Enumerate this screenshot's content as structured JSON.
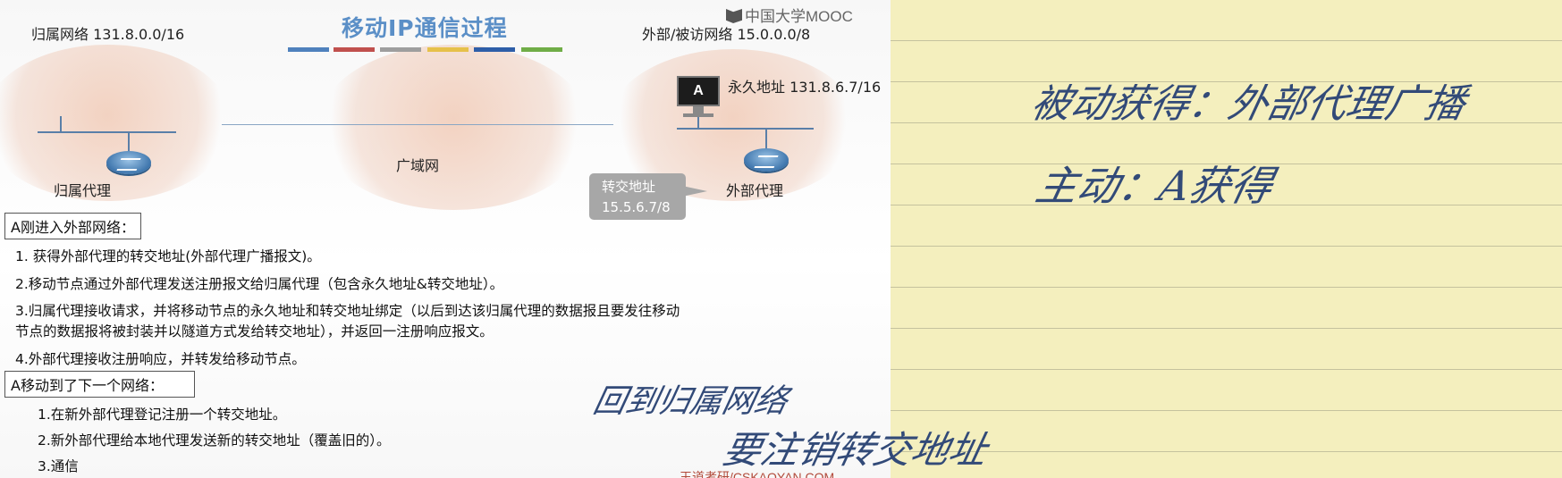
{
  "slide": {
    "title": "移动IP通信过程",
    "watermark": "中国大学MOOC",
    "home_network": "归属网络 131.8.0.0/16",
    "foreign_network": "外部/被访网络 15.0.0.0/8",
    "pc_label": "A",
    "permanent_address": "永久地址 131.8.6.7/16",
    "wan_label": "广域网",
    "home_agent": "归属代理",
    "foreign_agent": "外部代理",
    "callout_line1": "转交地址",
    "callout_line2": "15.5.6.7/8",
    "section1_title": "A刚进入外部网络：",
    "steps1": [
      "1. 获得外部代理的转交地址(外部代理广播报文)。",
      "2.移动节点通过外部代理发送注册报文给归属代理（包含永久地址&转交地址）。",
      "3.归属代理接收请求，并将移动节点的永久地址和转交地址绑定（以后到达该归属代理的数据报且要发往移动",
      "节点的数据报将被封装并以隧道方式发给转交地址），并返回一注册响应报文。",
      "4.外部代理接收注册响应，并转发给移动节点。"
    ],
    "section2_title": "A移动到了下一个网络：",
    "steps2": [
      "1.在新外部代理登记注册一个转交地址。",
      "2.新外部代理给本地代理发送新的转交地址（覆盖旧的）。",
      "3.通信"
    ],
    "footer": "王道考研/CSKAOYAN.COM",
    "color_bars": [
      "#4f81bd",
      "#c0504d",
      "#9e9e9e",
      "#e6c14a",
      "#2e5ea8",
      "#70ad47"
    ]
  },
  "handwriting": {
    "slide_note_line1": "回到归属网络",
    "slide_note_line2": "要注销转交地址",
    "notebook_line1": "被动获得：外部代理广播",
    "notebook_line2": "主动：A获得"
  },
  "colors": {
    "title": "#5b8fc7",
    "ink": "#324a78",
    "notebook_paper": "#f4efbe"
  }
}
